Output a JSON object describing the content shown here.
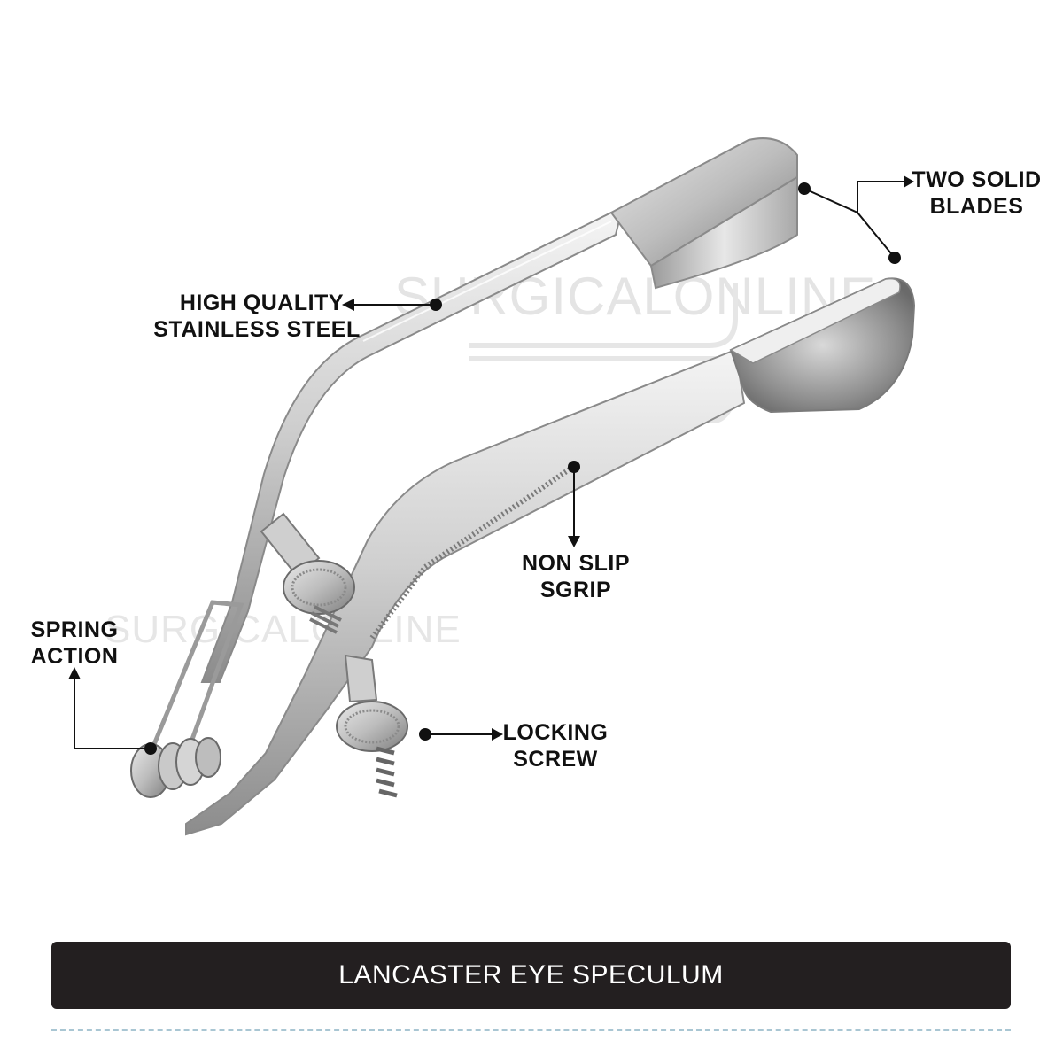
{
  "watermark": {
    "main": "SURGICALONLINE",
    "secondary": "SURGICALONLINE"
  },
  "callouts": {
    "blades": {
      "line1": "TWO SOLID",
      "line2": "BLADES"
    },
    "steel": {
      "line1": "HIGH QUALITY",
      "line2": "STAINLESS STEEL"
    },
    "grip": {
      "line1": "NON SLIP",
      "line2": "SGRIP"
    },
    "spring": {
      "line1": "SPRING",
      "line2": "ACTION"
    },
    "screw": {
      "line1": "LOCKING",
      "line2": "SCREW"
    }
  },
  "title": "LANCASTER EYE SPECULUM",
  "colors": {
    "title_bar": "#231f20",
    "title_text": "#ffffff",
    "callout_text": "#111111",
    "dash_line": "#a9c6d3"
  }
}
